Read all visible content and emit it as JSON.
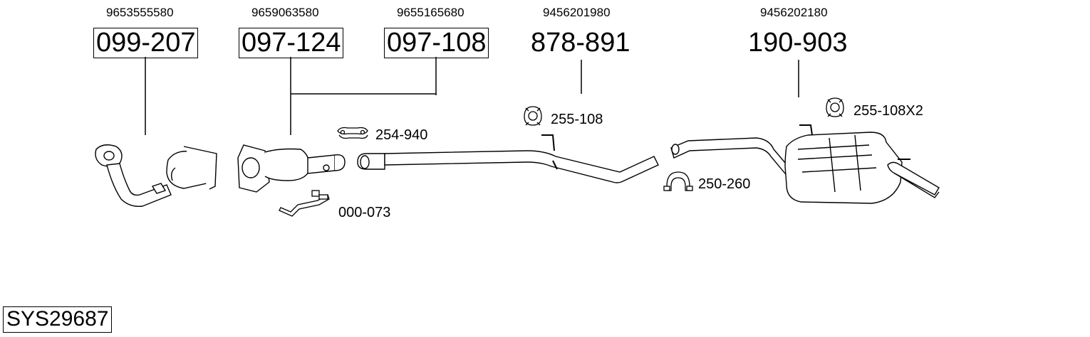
{
  "diagram": {
    "system_code": "SYS29687",
    "parts": [
      {
        "oe_number": "9653555580",
        "part_number": "099-207",
        "boxed": true
      },
      {
        "oe_number": "9659063580",
        "part_number": "097-124",
        "boxed": true
      },
      {
        "oe_number": "9655165680",
        "part_number": "097-108",
        "boxed": true
      },
      {
        "oe_number": "9456201980",
        "part_number": "878-891",
        "boxed": false
      },
      {
        "oe_number": "9456202180",
        "part_number": "190-903",
        "boxed": false
      }
    ],
    "accessories": [
      {
        "part_number": "254-940",
        "icon": "clamp-band-icon"
      },
      {
        "part_number": "255-108",
        "icon": "rubber-hanger-icon"
      },
      {
        "part_number": "255-108X2",
        "icon": "rubber-hanger-icon"
      },
      {
        "part_number": "250-260",
        "icon": "u-clamp-icon"
      },
      {
        "part_number": "000-073",
        "icon": "sensor-pipe-icon"
      }
    ]
  }
}
